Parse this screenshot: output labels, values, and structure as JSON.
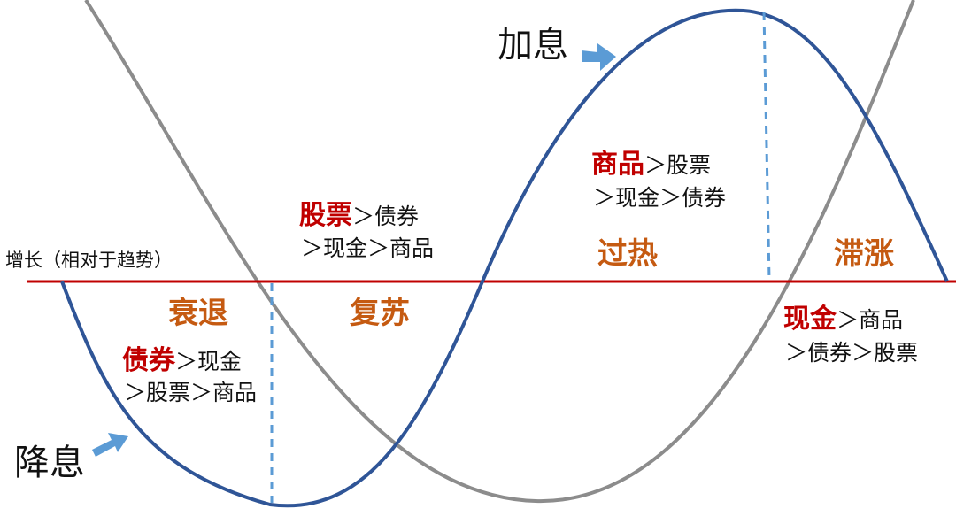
{
  "axis_label": "增长（相对于趋势）",
  "colors": {
    "growth_curve": "#2f5597",
    "inflation_curve": "#8c8c8c",
    "axis": "#c00000",
    "divider": "#5b9bd5",
    "phase_label": "#c55a11",
    "lead_asset": "#c00000",
    "arrow": "#5b9bd5"
  },
  "rate_labels": {
    "cut": "降息",
    "hike": "加息"
  },
  "phases": [
    {
      "name": "衰退",
      "ranking_lead": "债券",
      "ranking_line1_rest": "＞现金",
      "ranking_line2": "＞股票＞商品"
    },
    {
      "name": "复苏",
      "ranking_lead": "股票",
      "ranking_line1_rest": "＞债券",
      "ranking_line2": "＞现金＞商品"
    },
    {
      "name": "过热",
      "ranking_lead": "商品",
      "ranking_line1_rest": "＞股票",
      "ranking_line2": "＞现金＞债券"
    },
    {
      "name": "滞涨",
      "ranking_lead": "现金",
      "ranking_line1_rest": "＞商品",
      "ranking_line2": "＞债券＞股票"
    }
  ]
}
